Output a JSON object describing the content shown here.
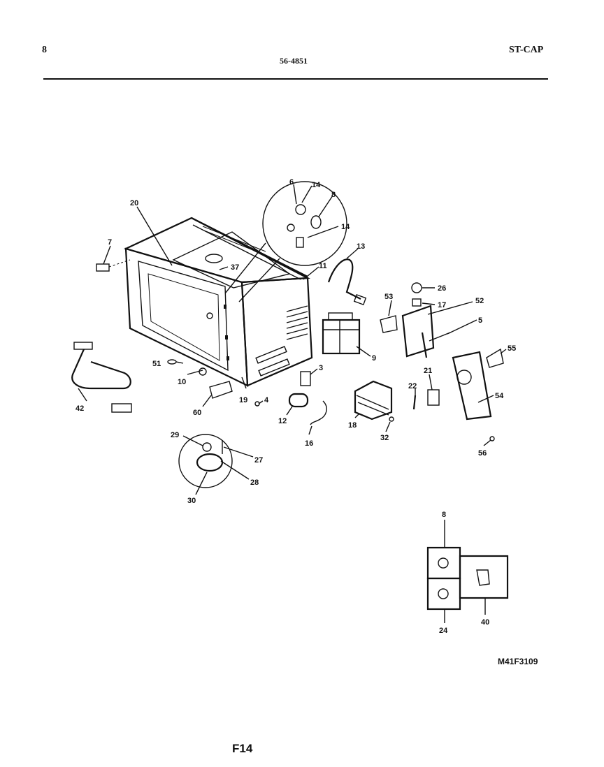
{
  "header": {
    "page_number": "8",
    "model": "56-4851",
    "brand": "ST-CAP"
  },
  "footer": {
    "drawing_ref": "M41F3109",
    "figure": "F14"
  },
  "callouts": {
    "c20": "20",
    "c7": "7",
    "c37": "37",
    "c6a": "6",
    "c14a": "14",
    "c8a": "8",
    "c14b": "14",
    "c13": "13",
    "c11": "11",
    "c53": "53",
    "c26": "26",
    "c17": "17",
    "c52": "52",
    "c5": "5",
    "c9": "9",
    "c55": "55",
    "c3": "3",
    "c21": "21",
    "c22": "22",
    "c54": "54",
    "c51": "51",
    "c10": "10",
    "c19a": "19",
    "c4": "4",
    "c42": "42",
    "c60": "60",
    "c12": "12",
    "c18": "18",
    "c16": "16",
    "c32": "32",
    "c56": "56",
    "c29": "29",
    "c27": "27",
    "c28": "28",
    "c30": "30",
    "c8b": "8",
    "c24": "24",
    "c40": "40"
  }
}
